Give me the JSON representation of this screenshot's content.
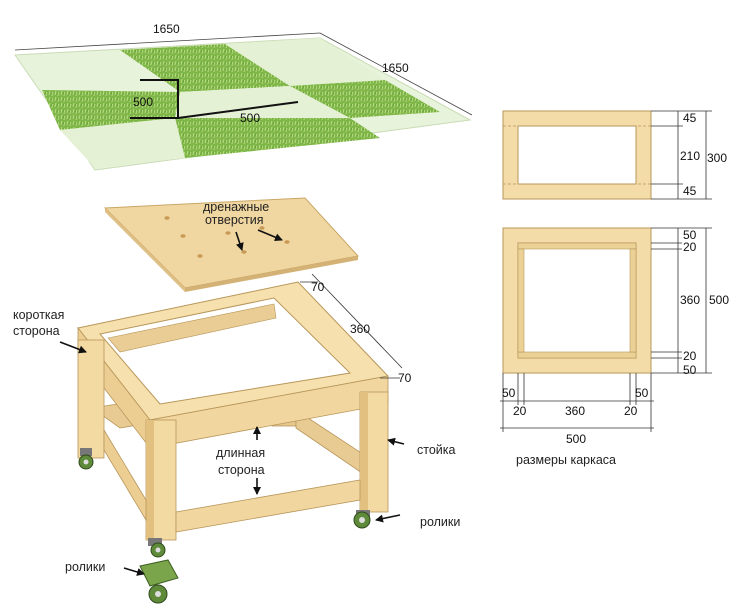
{
  "grass_panel": {
    "width_label": "1650",
    "depth_label": "1650",
    "tile_a_label": "500",
    "tile_b_label": "500"
  },
  "lid": {
    "drain_label_line1": "дренажные",
    "drain_label_line2": "отверстия"
  },
  "frame_iso": {
    "short_side_line1": "короткая",
    "short_side_line2": "сторона",
    "long_side_line1": "длинная",
    "long_side_line2": "сторона",
    "post_label": "стойка",
    "wheels_right_label": "ролики",
    "wheels_left_label": "ролики",
    "beam_top_label": "70",
    "inner_span_label": "360",
    "beam_side_label": "70"
  },
  "side_view": {
    "top_rail": "45",
    "middle": "210",
    "bottom_rail": "45",
    "total_height": "300"
  },
  "top_view": {
    "right_top_outer": "50",
    "right_top_inner": "20",
    "right_middle": "360",
    "right_bottom_inner": "20",
    "right_bottom_outer": "50",
    "right_total": "500",
    "bottom_left_outer": "50",
    "bottom_right_outer": "50",
    "bottom_left_inner": "20",
    "bottom_middle": "360",
    "bottom_right_inner": "20",
    "bottom_total": "500",
    "caption": "размеры каркаса"
  },
  "colors": {
    "wood": "#f3dca7",
    "wood_dark": "#e2c07f",
    "wood_edge": "#b8965a",
    "grass": "#8fc456",
    "grass_light": "#e6f1d8",
    "wheel": "#5e8a3a"
  }
}
